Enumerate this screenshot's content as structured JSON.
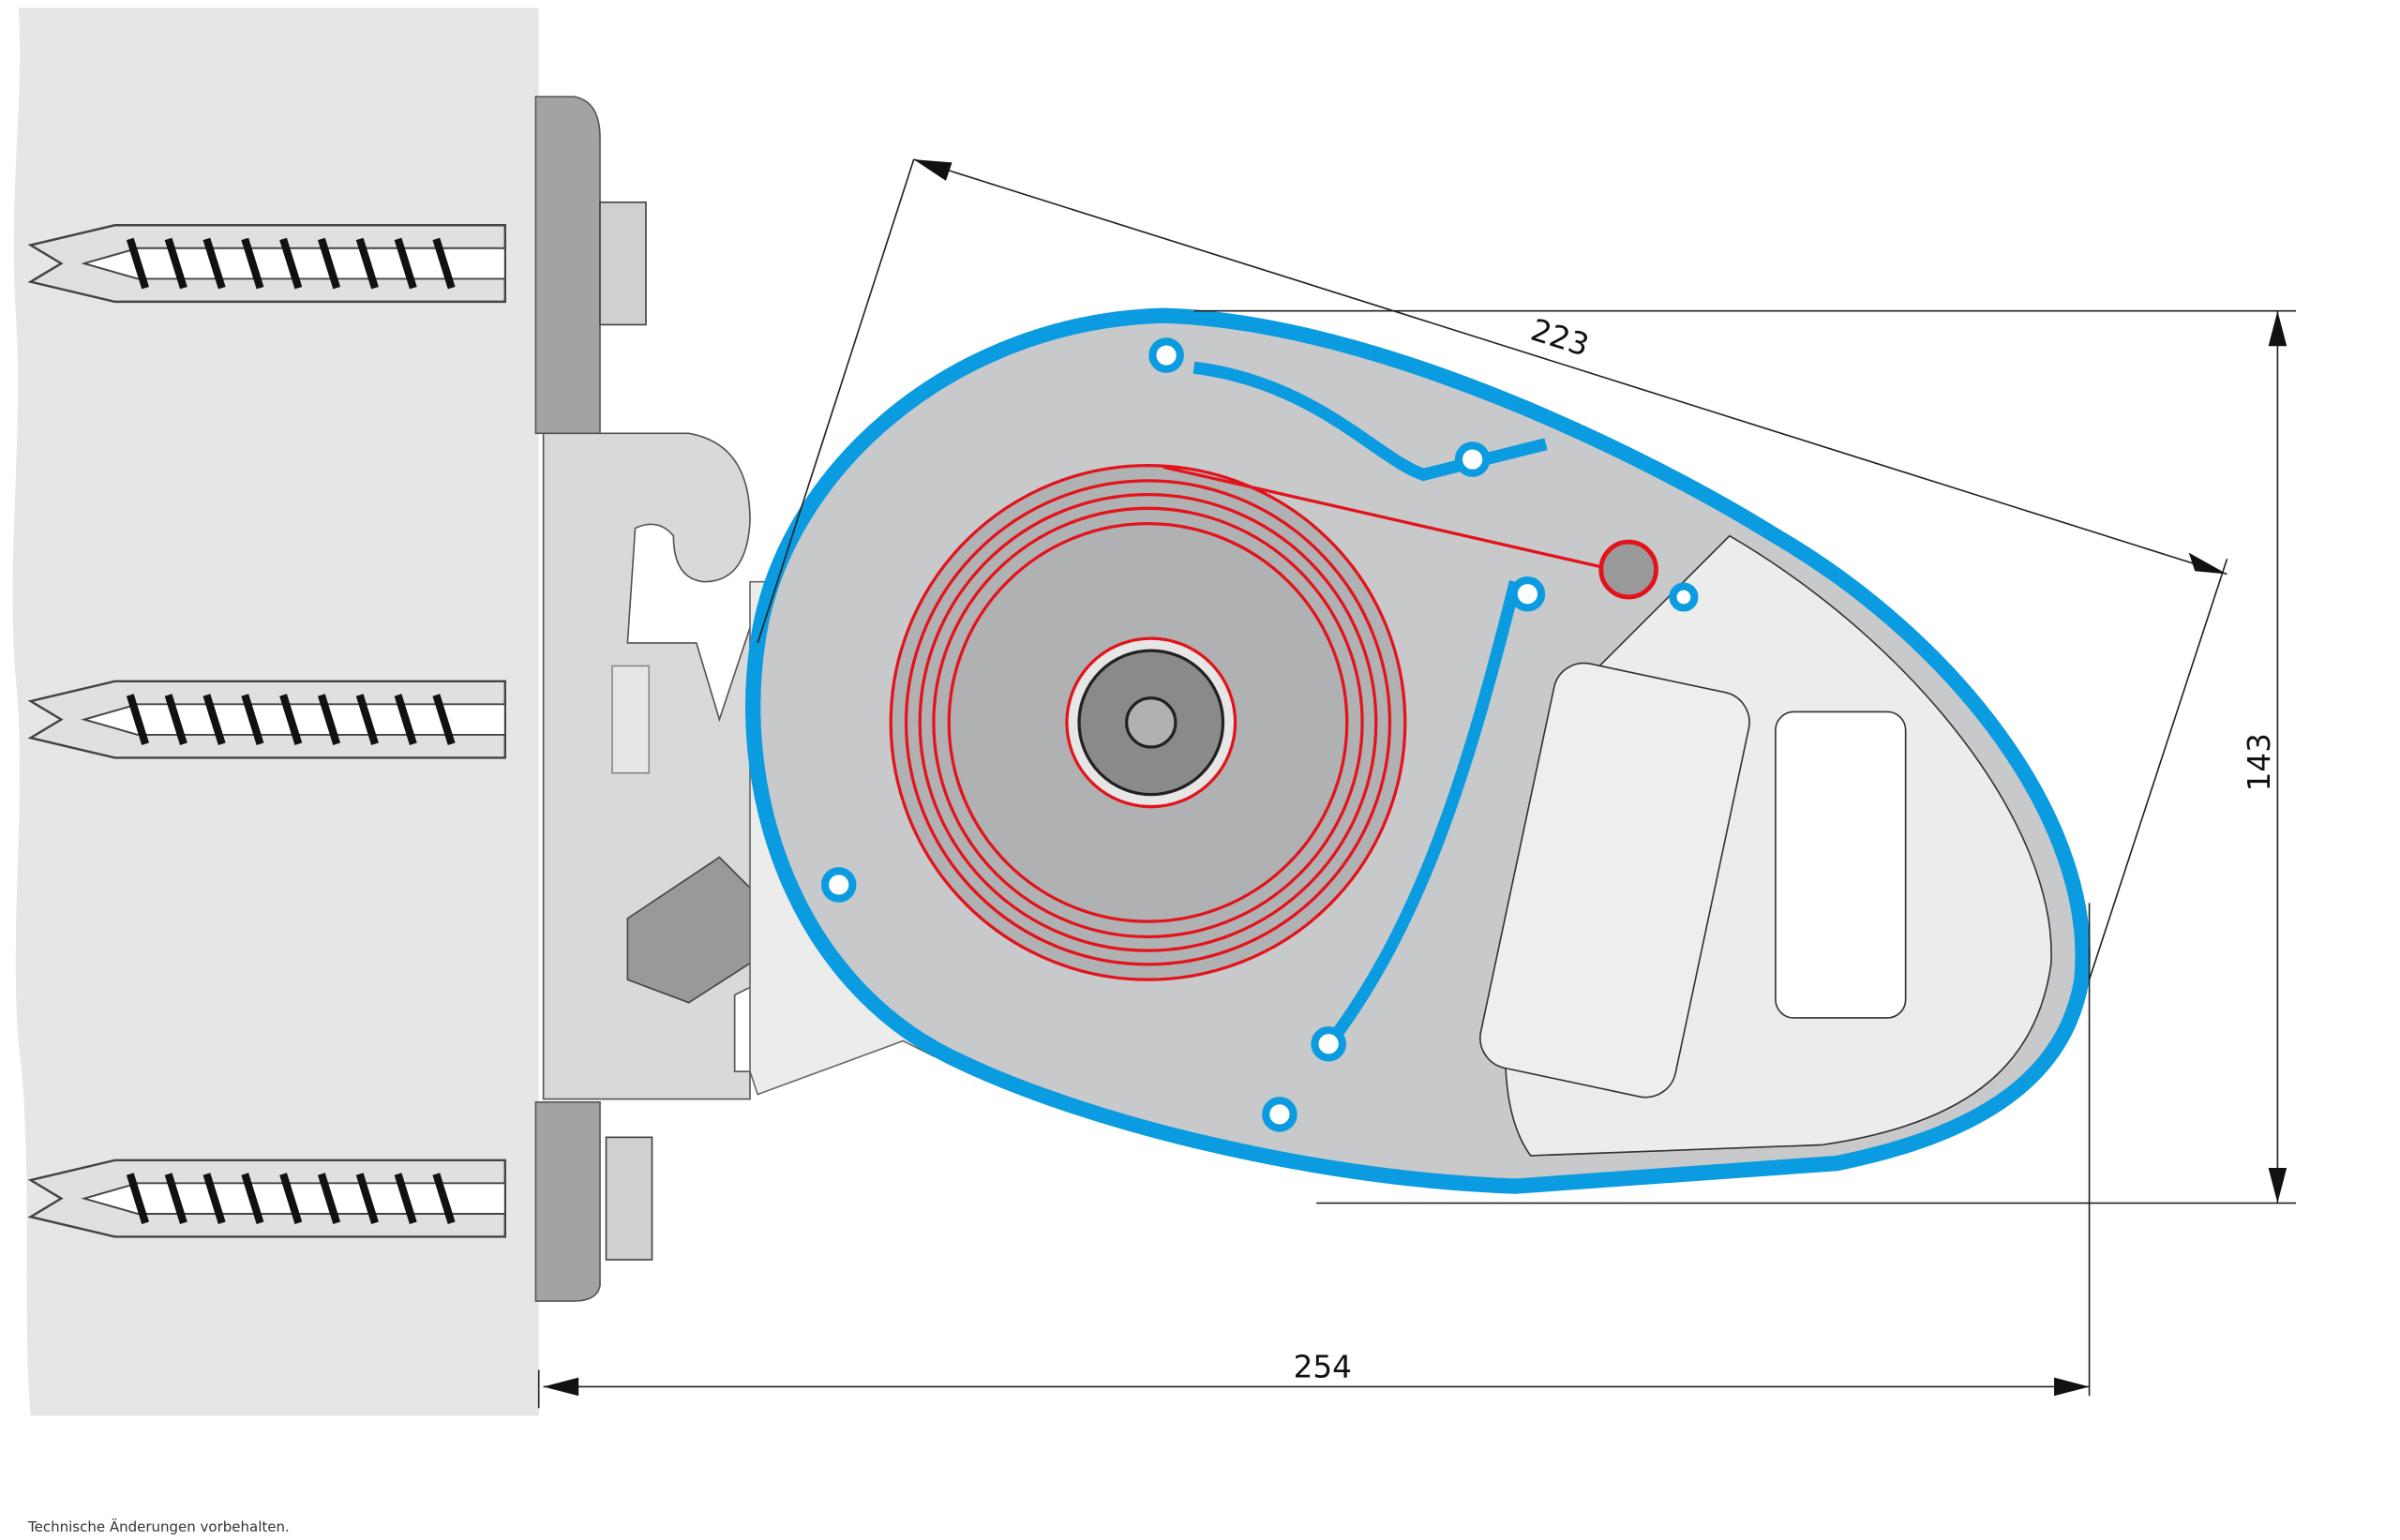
{
  "dimensions": {
    "diagonal": "223",
    "height": "143",
    "width": "254"
  },
  "footnote": "Technische Änderungen vorbehalten.",
  "colors": {
    "housing_profile": "#0a9be0",
    "fabric_roll": "#e3131b",
    "wall": "#e6e6e6",
    "plate": "#a3a3a3",
    "bracket": "#d9d9d9"
  }
}
